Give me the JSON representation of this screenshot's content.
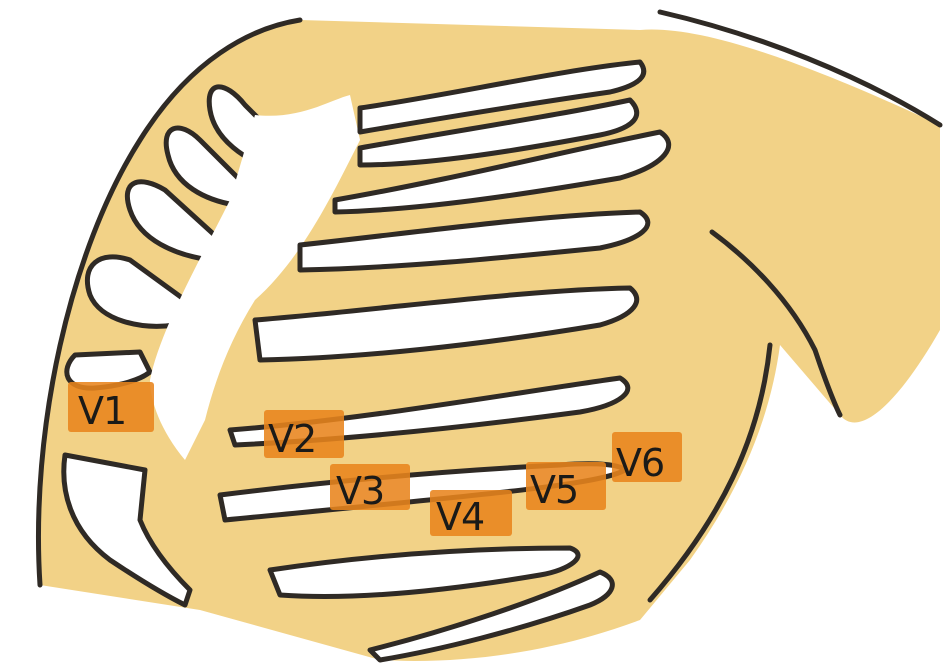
{
  "colors": {
    "background": "#ffffff",
    "skin": "#f2d287",
    "outline": "#2f2a25",
    "electrode_highlight": "#e8841c"
  },
  "leads": [
    {
      "id": "v1",
      "label": "V1"
    },
    {
      "id": "v2",
      "label": "V2"
    },
    {
      "id": "v3",
      "label": "V3"
    },
    {
      "id": "v4",
      "label": "V4"
    },
    {
      "id": "v5",
      "label": "V5"
    },
    {
      "id": "v6",
      "label": "V6"
    }
  ]
}
